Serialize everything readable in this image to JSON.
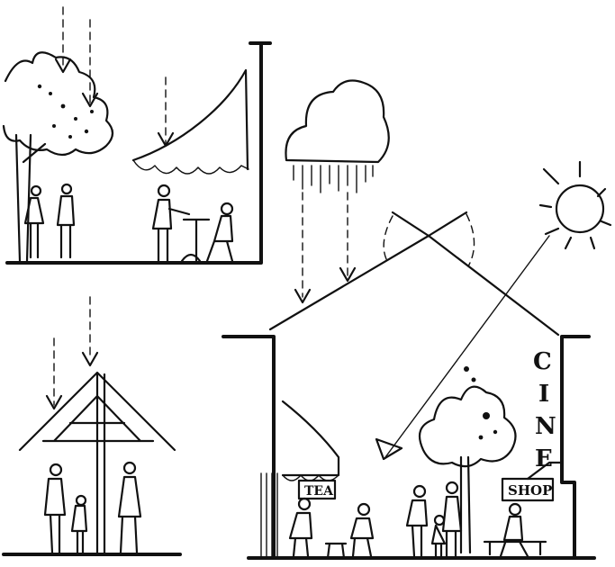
{
  "signs": {
    "cinema": [
      "C",
      "I",
      "N",
      "E"
    ],
    "shop": "SHOP",
    "tea": "TEA"
  },
  "icons": [
    "sun",
    "rain-cloud",
    "tree",
    "awning",
    "people",
    "sunlight-arrow",
    "rain-arrow"
  ]
}
